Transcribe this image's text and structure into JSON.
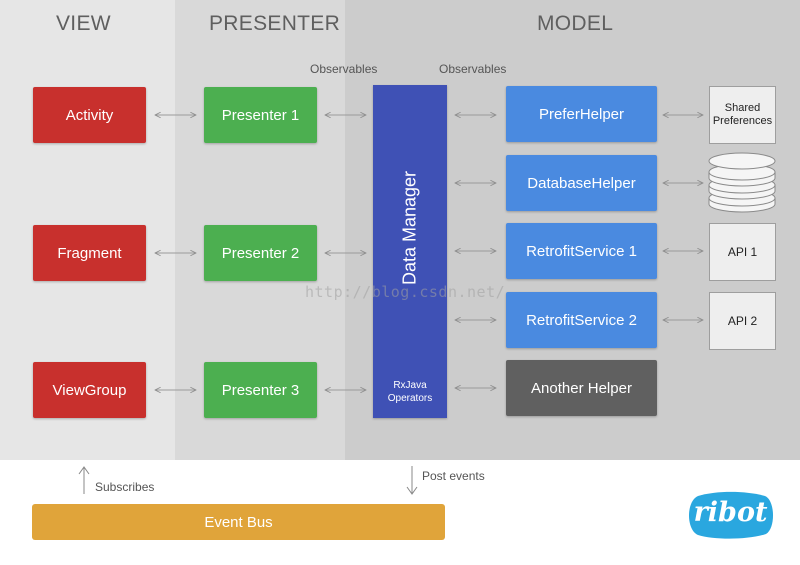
{
  "columns": {
    "view": "VIEW",
    "presenter": "PRESENTER",
    "model": "MODEL"
  },
  "observables": {
    "left": "Observables",
    "right": "Observables"
  },
  "views": [
    "Activity",
    "Fragment",
    "ViewGroup"
  ],
  "presenters": [
    "Presenter 1",
    "Presenter 2",
    "Presenter 3"
  ],
  "data_manager": {
    "title": "Data Manager",
    "operators_line1": "RxJava",
    "operators_line2": "Operators"
  },
  "helpers": [
    "PreferHelper",
    "DatabaseHelper",
    "RetrofitService 1",
    "RetrofitService 2",
    "Another Helper"
  ],
  "externals": {
    "shared_line1": "Shared",
    "shared_line2": "Preferences",
    "api1": "API 1",
    "api2": "API 2"
  },
  "bus": {
    "label": "Event Bus",
    "subscribes": "Subscribes",
    "post_events": "Post events"
  },
  "logo": "ribot",
  "watermark": "http://blog.csdn.net/",
  "colors": {
    "view": "#c8302d",
    "presenter": "#4caf50",
    "data_manager": "#3f51b5",
    "helper": "#4a8ae0",
    "another_helper": "#606060",
    "event_bus": "#e0a43a",
    "logo": "#2aa7df"
  },
  "icons": {
    "database": "database-icon",
    "logo": "ribot-logo"
  }
}
